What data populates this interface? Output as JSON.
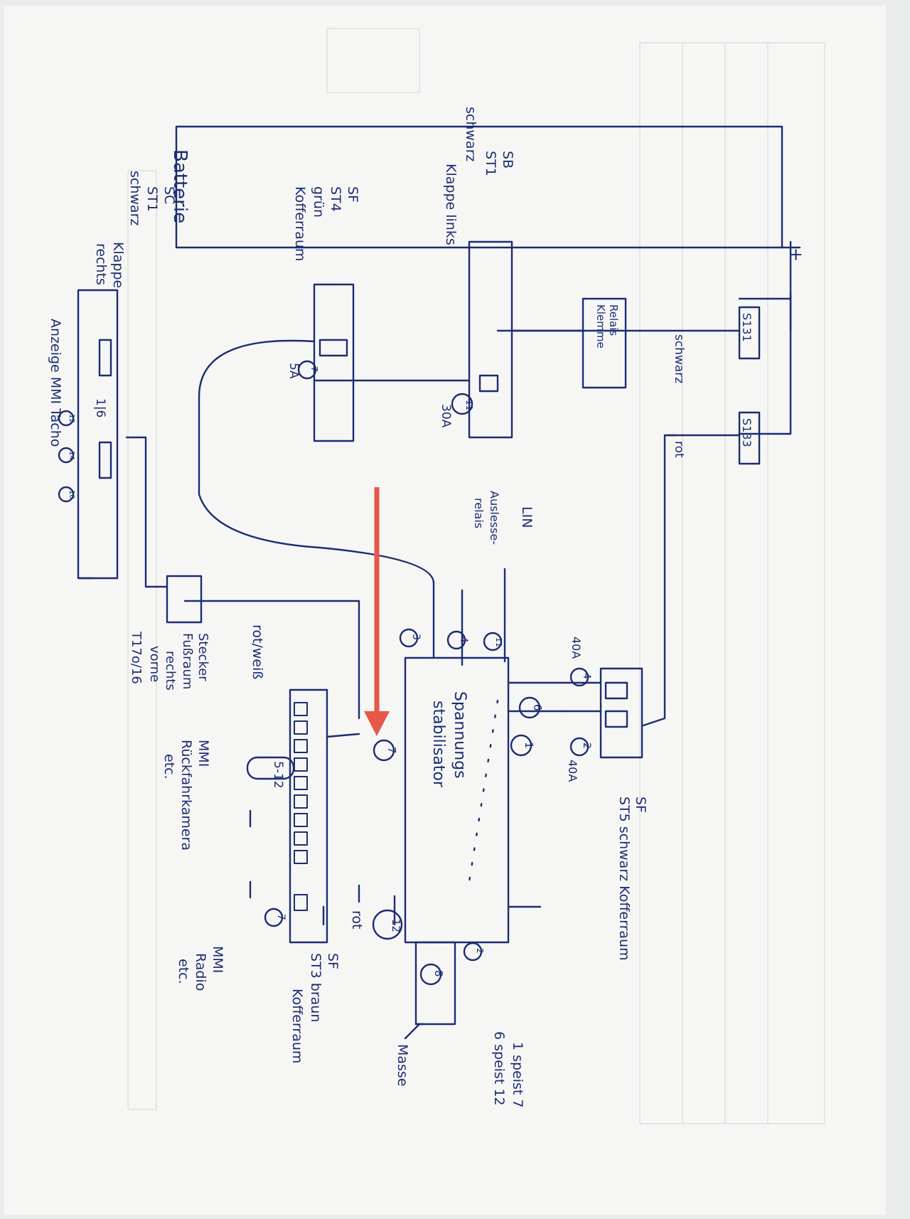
{
  "colors": {
    "paper": "#f6f7f4",
    "ink": "#1c2c73",
    "arrow": "#e8574a",
    "ghost": "#cdd4d2"
  },
  "labels": {
    "batterie": "Batterie",
    "plus": "+",
    "s131": "S131",
    "s133": "S133",
    "relais_klemme": [
      "Relais",
      "Klemme"
    ],
    "schwarz": "schwarz",
    "rot": "rot",
    "sb": [
      "SB",
      "ST1",
      "schwarz",
      "Klappe links"
    ],
    "sb_amp": "30A",
    "sb_pin": "11",
    "sf4": [
      "SF",
      "ST4",
      "grün",
      "Kofferraum"
    ],
    "sf4_amp": "5A",
    "sf4_pin": "7",
    "sc": [
      "SC",
      "ST1",
      "schwarz",
      "Klappe",
      "rechts"
    ],
    "sc_inner": "1|6",
    "sc_pins": [
      "12",
      "14",
      "10"
    ],
    "anzeige": "Anzeige MMI Tacho",
    "lin": "LIN",
    "auslesse": [
      "Auslesse-",
      "relais"
    ],
    "pin_11": "11",
    "pin_4": "4",
    "pin_3": "3",
    "rot_weiss": "rot/weiß",
    "stecker": [
      "Stecker",
      "Fußraum",
      "rechts",
      "vorne",
      "T17o/16"
    ],
    "st5_amp_top": "40A",
    "st5_pin_top": "4",
    "st5_pin_bottom": "2",
    "st5_amp_bottom": "40A",
    "sf5": [
      "SF",
      "ST5 schwarz Kofferraum"
    ],
    "sv_pins": [
      "6",
      "1",
      "7"
    ],
    "sv_title": [
      "Spannungs",
      "stabilisator"
    ],
    "sv_pin_12": "12",
    "sv_rot": "rot",
    "sv_pin_8": "8",
    "sv_pin_2": "2",
    "masse": "Masse",
    "speist": [
      "1 speist 7",
      "6 speist 12"
    ],
    "st3_range": "5-12",
    "st3_pin": "7",
    "sf3": [
      "SF",
      "ST3 braun",
      "Kofferraum"
    ],
    "mmi1": [
      "MMI",
      "Rückfahrkamera",
      "etc."
    ],
    "mmi2": [
      "MMI",
      "Radio",
      "etc."
    ]
  }
}
